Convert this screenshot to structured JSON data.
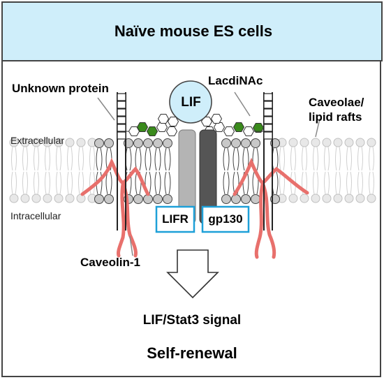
{
  "header": {
    "title": "Naïve mouse ES cells"
  },
  "labels": {
    "unknown_protein": "Unknown protein",
    "lacdinac": "LacdiNAc",
    "caveolae_line1": "Caveolae/",
    "caveolae_line2": "lipid rafts",
    "extracellular": "Extracellular",
    "intracellular": "Intracellular",
    "caveolin": "Caveolin-1",
    "lif": "LIF",
    "lifr": "LIFR",
    "gp130": "gp130",
    "signal": "LIF/Stat3 signal",
    "outcome": "Self-renewal"
  },
  "colors": {
    "header_bg": "#cfeefa",
    "lipid_head": "#c8c8c8",
    "lipid_head_faded": "#e8e8e8",
    "caveolin": "#e8706c",
    "glycan_green": "#3a8a1c",
    "lif_circle": "#cfeefa",
    "lifr_receptor": "#b4b4b4",
    "gp130_receptor": "#555555",
    "receptor_box_border": "#1ea0d8"
  },
  "icons": [
    "down-arrow-icon"
  ]
}
